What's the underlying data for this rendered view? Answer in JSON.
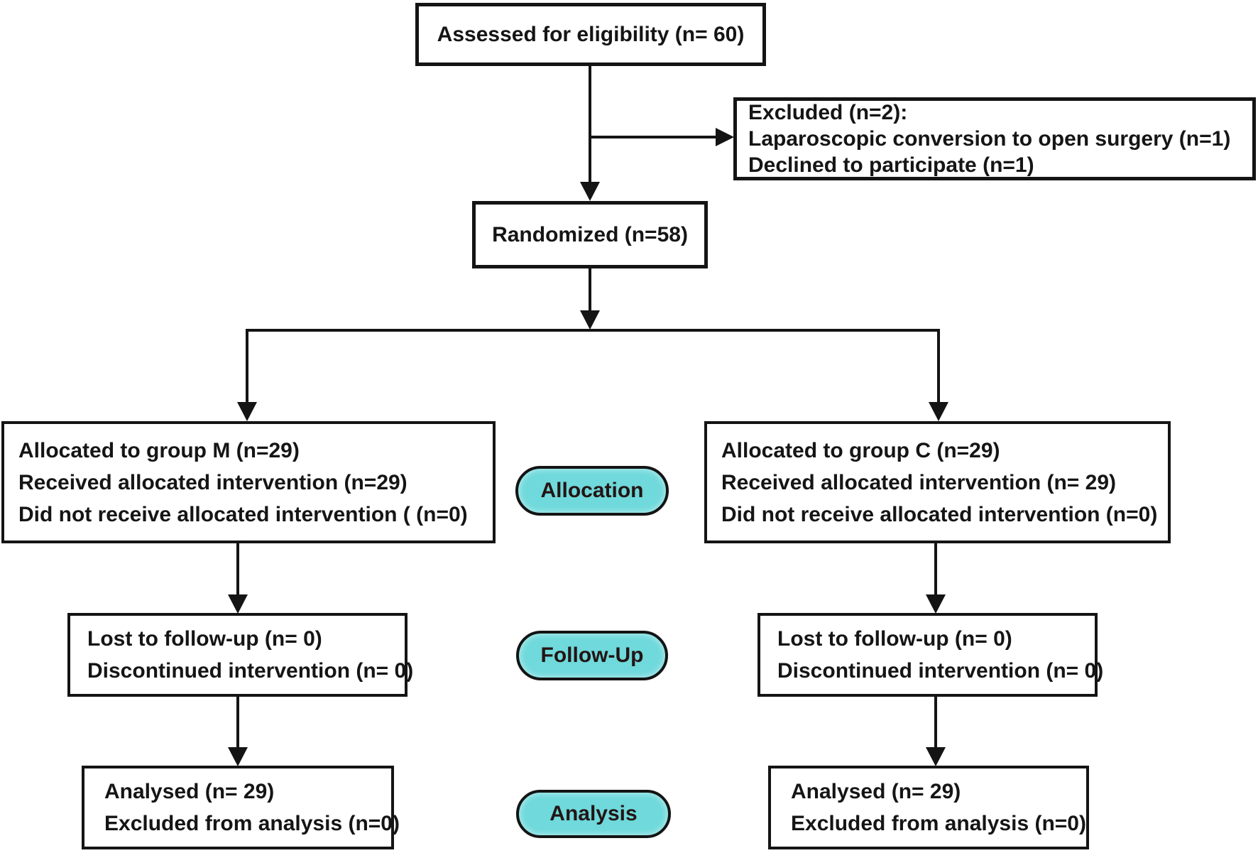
{
  "diagram": {
    "kind": "consort-participant-flow",
    "colors": {
      "stage_pill_fill": "#6FD9DB",
      "line": "#141414",
      "box_background": "#ffffff"
    }
  },
  "boxes": {
    "assessed": {
      "lines": [
        "Assessed for eligibility (n= 60)"
      ]
    },
    "excluded": {
      "lines": [
        "Excluded (n=2):",
        "Laparoscopic conversion to open surgery (n=1)",
        "Declined to participate (n=1)"
      ]
    },
    "randomized": {
      "lines": [
        "Randomized (n=58)"
      ]
    },
    "allocated_group_m": {
      "lines": [
        "Allocated to group M (n=29)",
        "Received allocated intervention (n=29)",
        "Did not receive allocated intervention ( (n=0)"
      ]
    },
    "allocated_group_c": {
      "lines": [
        "Allocated to group C (n=29)",
        "Received allocated intervention (n= 29)",
        "Did not receive allocated intervention (n=0)"
      ]
    },
    "followup_group_m": {
      "lines": [
        "Lost to follow-up (n= 0)",
        "Discontinued intervention (n= 0)"
      ]
    },
    "followup_group_c": {
      "lines": [
        "Lost to follow-up (n= 0)",
        "Discontinued intervention (n= 0)"
      ]
    },
    "analysis_group_m": {
      "lines": [
        "Analysed (n= 29)",
        "Excluded from analysis (n=0)"
      ]
    },
    "analysis_group_c": {
      "lines": [
        "Analysed (n= 29)",
        "Excluded from analysis (n=0)"
      ]
    }
  },
  "stages": {
    "allocation": "Allocation",
    "follow_up": "Follow-Up",
    "analysis": "Analysis"
  }
}
